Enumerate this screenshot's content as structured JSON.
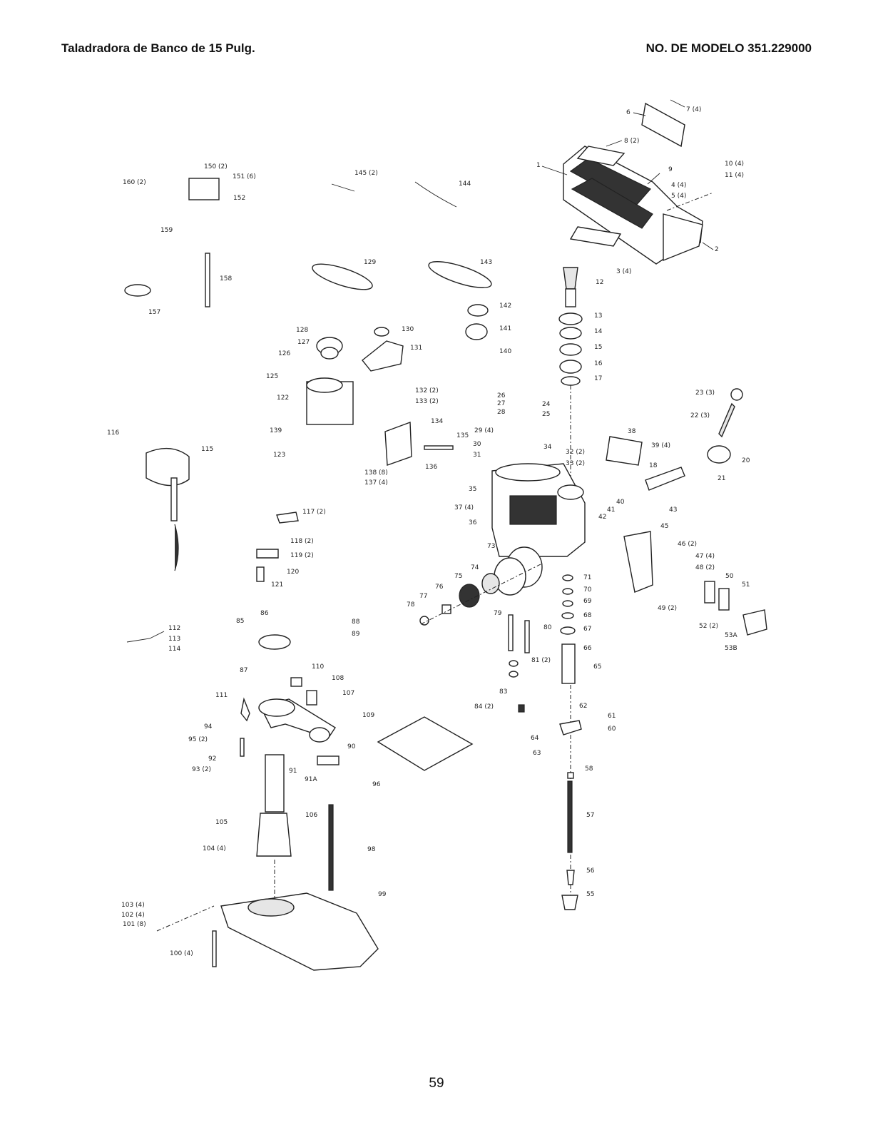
{
  "header": {
    "title": "Taladradora de Banco de 15 Pulg.",
    "model": "NO. DE MODELO 351.229000"
  },
  "page_number": "59",
  "callouts": [
    {
      "id": "c1",
      "text": "1"
    },
    {
      "id": "c2",
      "text": "2"
    },
    {
      "id": "c3",
      "text": "3 (4)"
    },
    {
      "id": "c4",
      "text": "4 (4)"
    },
    {
      "id": "c5",
      "text": "5 (4)"
    },
    {
      "id": "c6",
      "text": "6"
    },
    {
      "id": "c7",
      "text": "7 (4)"
    },
    {
      "id": "c8",
      "text": "8 (2)"
    },
    {
      "id": "c9",
      "text": "9"
    },
    {
      "id": "c10",
      "text": "10 (4)"
    },
    {
      "id": "c11",
      "text": "11 (4)"
    },
    {
      "id": "c12",
      "text": "12"
    },
    {
      "id": "c13",
      "text": "13"
    },
    {
      "id": "c14",
      "text": "14"
    },
    {
      "id": "c15",
      "text": "15"
    },
    {
      "id": "c16",
      "text": "16"
    },
    {
      "id": "c17",
      "text": "17"
    },
    {
      "id": "c18",
      "text": "18"
    },
    {
      "id": "c20",
      "text": "20"
    },
    {
      "id": "c21",
      "text": "21"
    },
    {
      "id": "c22",
      "text": "22 (3)"
    },
    {
      "id": "c23",
      "text": "23 (3)"
    },
    {
      "id": "c24",
      "text": "24"
    },
    {
      "id": "c25",
      "text": "25"
    },
    {
      "id": "c26",
      "text": "26"
    },
    {
      "id": "c27",
      "text": "27"
    },
    {
      "id": "c28",
      "text": "28"
    },
    {
      "id": "c29",
      "text": "29 (4)"
    },
    {
      "id": "c30",
      "text": "30"
    },
    {
      "id": "c31",
      "text": "31"
    },
    {
      "id": "c32",
      "text": "32 (2)"
    },
    {
      "id": "c33",
      "text": "33 (2)"
    },
    {
      "id": "c34",
      "text": "34"
    },
    {
      "id": "c35",
      "text": "35"
    },
    {
      "id": "c36",
      "text": "36"
    },
    {
      "id": "c37",
      "text": "37 (4)"
    },
    {
      "id": "c38",
      "text": "38"
    },
    {
      "id": "c39",
      "text": "39 (4)"
    },
    {
      "id": "c40",
      "text": "40"
    },
    {
      "id": "c41",
      "text": "41"
    },
    {
      "id": "c42",
      "text": "42"
    },
    {
      "id": "c43",
      "text": "43"
    },
    {
      "id": "c45",
      "text": "45"
    },
    {
      "id": "c46",
      "text": "46 (2)"
    },
    {
      "id": "c47",
      "text": "47 (4)"
    },
    {
      "id": "c48",
      "text": "48 (2)"
    },
    {
      "id": "c49",
      "text": "49 (2)"
    },
    {
      "id": "c50",
      "text": "50"
    },
    {
      "id": "c51",
      "text": "51"
    },
    {
      "id": "c52",
      "text": "52 (2)"
    },
    {
      "id": "c53a",
      "text": "53A"
    },
    {
      "id": "c53b",
      "text": "53B"
    },
    {
      "id": "c55",
      "text": "55"
    },
    {
      "id": "c56",
      "text": "56"
    },
    {
      "id": "c57",
      "text": "57"
    },
    {
      "id": "c58",
      "text": "58"
    },
    {
      "id": "c60",
      "text": "60"
    },
    {
      "id": "c61",
      "text": "61"
    },
    {
      "id": "c62",
      "text": "62"
    },
    {
      "id": "c63",
      "text": "63"
    },
    {
      "id": "c64",
      "text": "64"
    },
    {
      "id": "c65",
      "text": "65"
    },
    {
      "id": "c66",
      "text": "66"
    },
    {
      "id": "c67",
      "text": "67"
    },
    {
      "id": "c68",
      "text": "68"
    },
    {
      "id": "c69",
      "text": "69"
    },
    {
      "id": "c70",
      "text": "70"
    },
    {
      "id": "c71",
      "text": "71"
    },
    {
      "id": "c73",
      "text": "73"
    },
    {
      "id": "c74",
      "text": "74"
    },
    {
      "id": "c75",
      "text": "75"
    },
    {
      "id": "c76",
      "text": "76"
    },
    {
      "id": "c77",
      "text": "77"
    },
    {
      "id": "c78",
      "text": "78"
    },
    {
      "id": "c79",
      "text": "79"
    },
    {
      "id": "c80",
      "text": "80"
    },
    {
      "id": "c81",
      "text": "81 (2)"
    },
    {
      "id": "c83",
      "text": "83"
    },
    {
      "id": "c84",
      "text": "84 (2)"
    },
    {
      "id": "c85",
      "text": "85"
    },
    {
      "id": "c86",
      "text": "86"
    },
    {
      "id": "c87",
      "text": "87"
    },
    {
      "id": "c88",
      "text": "88"
    },
    {
      "id": "c89",
      "text": "89"
    },
    {
      "id": "c90",
      "text": "90"
    },
    {
      "id": "c91",
      "text": "91"
    },
    {
      "id": "c91a",
      "text": "91A"
    },
    {
      "id": "c92",
      "text": "92"
    },
    {
      "id": "c93",
      "text": "93 (2)"
    },
    {
      "id": "c94",
      "text": "94"
    },
    {
      "id": "c95",
      "text": "95 (2)"
    },
    {
      "id": "c96",
      "text": "96"
    },
    {
      "id": "c98",
      "text": "98"
    },
    {
      "id": "c99",
      "text": "99"
    },
    {
      "id": "c100",
      "text": "100 (4)"
    },
    {
      "id": "c101",
      "text": "101 (8)"
    },
    {
      "id": "c102",
      "text": "102 (4)"
    },
    {
      "id": "c103",
      "text": "103 (4)"
    },
    {
      "id": "c104",
      "text": "104 (4)"
    },
    {
      "id": "c105",
      "text": "105"
    },
    {
      "id": "c106",
      "text": "106"
    },
    {
      "id": "c107",
      "text": "107"
    },
    {
      "id": "c108",
      "text": "108"
    },
    {
      "id": "c109",
      "text": "109"
    },
    {
      "id": "c110",
      "text": "110"
    },
    {
      "id": "c111",
      "text": "111"
    },
    {
      "id": "c112",
      "text": "112"
    },
    {
      "id": "c113",
      "text": "113"
    },
    {
      "id": "c114",
      "text": "114"
    },
    {
      "id": "c115",
      "text": "115"
    },
    {
      "id": "c116",
      "text": "116"
    },
    {
      "id": "c117",
      "text": "117 (2)"
    },
    {
      "id": "c118",
      "text": "118 (2)"
    },
    {
      "id": "c119",
      "text": "119 (2)"
    },
    {
      "id": "c120",
      "text": "120"
    },
    {
      "id": "c121",
      "text": "121"
    },
    {
      "id": "c122",
      "text": "122"
    },
    {
      "id": "c123",
      "text": "123"
    },
    {
      "id": "c125",
      "text": "125"
    },
    {
      "id": "c126",
      "text": "126"
    },
    {
      "id": "c127",
      "text": "127"
    },
    {
      "id": "c128",
      "text": "128"
    },
    {
      "id": "c129",
      "text": "129"
    },
    {
      "id": "c130",
      "text": "130"
    },
    {
      "id": "c131",
      "text": "131"
    },
    {
      "id": "c132",
      "text": "132 (2)"
    },
    {
      "id": "c133",
      "text": "133 (2)"
    },
    {
      "id": "c134",
      "text": "134"
    },
    {
      "id": "c135",
      "text": "135"
    },
    {
      "id": "c136",
      "text": "136"
    },
    {
      "id": "c137",
      "text": "137 (4)"
    },
    {
      "id": "c138",
      "text": "138 (8)"
    },
    {
      "id": "c139",
      "text": "139"
    },
    {
      "id": "c140",
      "text": "140"
    },
    {
      "id": "c141",
      "text": "141"
    },
    {
      "id": "c142",
      "text": "142"
    },
    {
      "id": "c143",
      "text": "143"
    },
    {
      "id": "c144",
      "text": "144"
    },
    {
      "id": "c145",
      "text": "145 (2)"
    },
    {
      "id": "c150",
      "text": "150 (2)"
    },
    {
      "id": "c151",
      "text": "151 (6)"
    },
    {
      "id": "c152",
      "text": "152"
    },
    {
      "id": "c157",
      "text": "157"
    },
    {
      "id": "c158",
      "text": "158"
    },
    {
      "id": "c159",
      "text": "159"
    },
    {
      "id": "c160",
      "text": "160 (2)"
    }
  ]
}
